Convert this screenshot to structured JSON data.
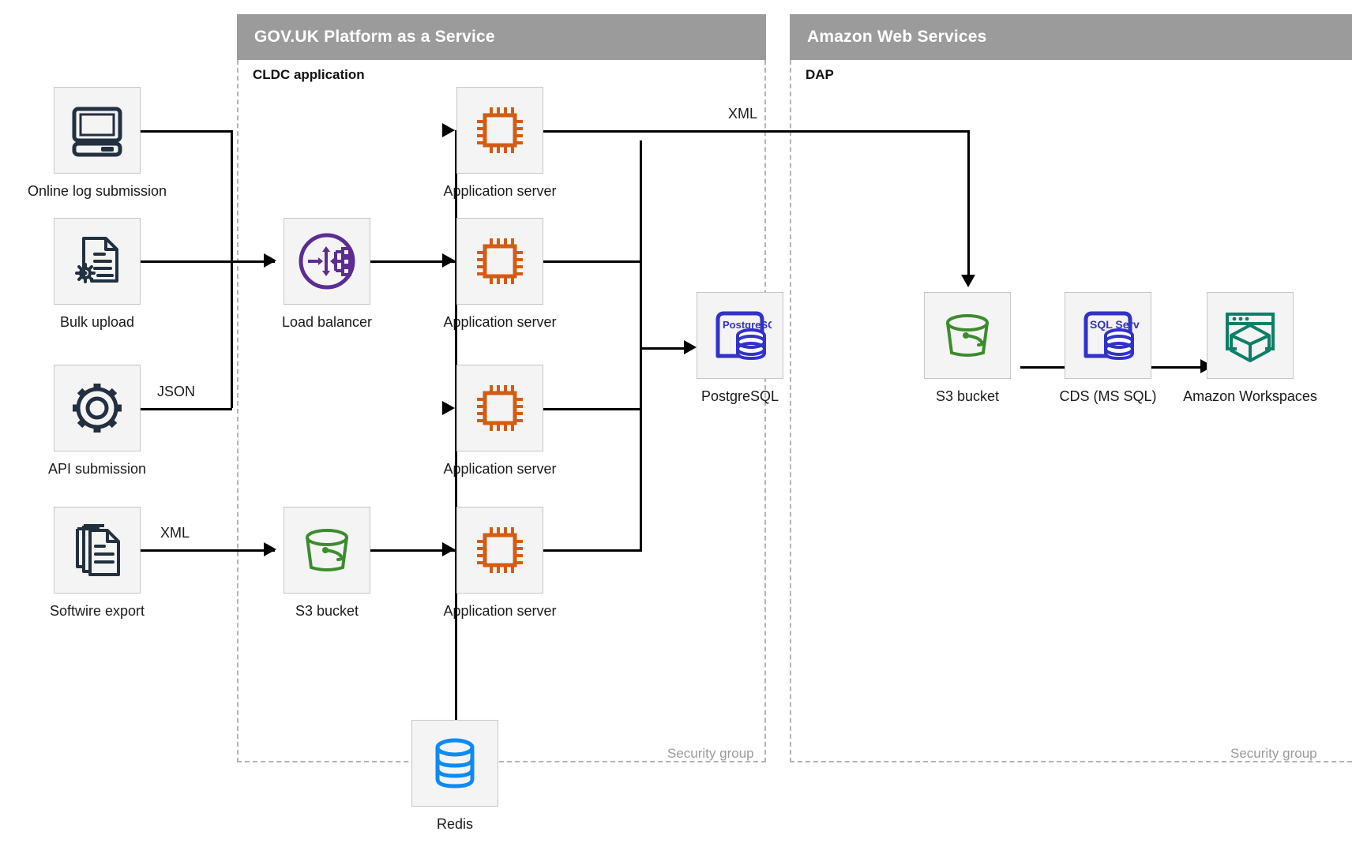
{
  "zones": [
    {
      "id": "paas",
      "title": "GOV.UK Platform as a Service",
      "subtitle": "CLDC application",
      "security_label": "Security group"
    },
    {
      "id": "aws",
      "title": "Amazon Web Services",
      "subtitle": "DAP",
      "security_label": "Security group"
    }
  ],
  "nodes": {
    "online_log": {
      "label": "Online log submission",
      "icon": "desktop-computer-icon"
    },
    "bulk_upload": {
      "label": "Bulk upload",
      "icon": "document-gear-icon"
    },
    "api_submission": {
      "label": "API submission",
      "icon": "gear-icon"
    },
    "softwire": {
      "label": "Softwire export",
      "icon": "documents-stack-icon"
    },
    "load_balancer": {
      "label": "Load balancer",
      "icon": "load-balancer-icon"
    },
    "s3_paas": {
      "label": "S3 bucket",
      "icon": "s3-bucket-icon"
    },
    "app1": {
      "label": "Application server",
      "icon": "cpu-chip-icon"
    },
    "app2": {
      "label": "Application server",
      "icon": "cpu-chip-icon"
    },
    "app3": {
      "label": "Application server",
      "icon": "cpu-chip-icon"
    },
    "app4": {
      "label": "Application server",
      "icon": "cpu-chip-icon"
    },
    "postgres": {
      "label": "PostgreSQL",
      "icon": "postgresql-icon",
      "icon_text": "PostgreSQL"
    },
    "redis": {
      "label": "Redis",
      "icon": "database-cylinder-icon"
    },
    "s3_aws": {
      "label": "S3 bucket",
      "icon": "s3-bucket-icon"
    },
    "cds": {
      "label": "CDS (MS SQL)",
      "icon": "sql-server-icon",
      "icon_text": "SQL Server"
    },
    "workspaces": {
      "label": "Amazon Workspaces",
      "icon": "amazon-workspaces-icon"
    }
  },
  "edge_labels": {
    "api_json": "JSON",
    "softwire_xml": "XML",
    "app_to_s3_xml": "XML"
  },
  "colors": {
    "banner": "#9b9b9b",
    "tile_fill": "#f4f4f4",
    "tile_border": "#c6c6c6",
    "dark_navy": "#22303f",
    "orange": "#d45b12",
    "purple": "#5c2d91",
    "blue": "#0d8bf2",
    "indigo": "#3232c8",
    "green": "#3c8c2e",
    "teal": "#0d7f66",
    "line": "#000000",
    "dashed": "#b4b4b4"
  }
}
